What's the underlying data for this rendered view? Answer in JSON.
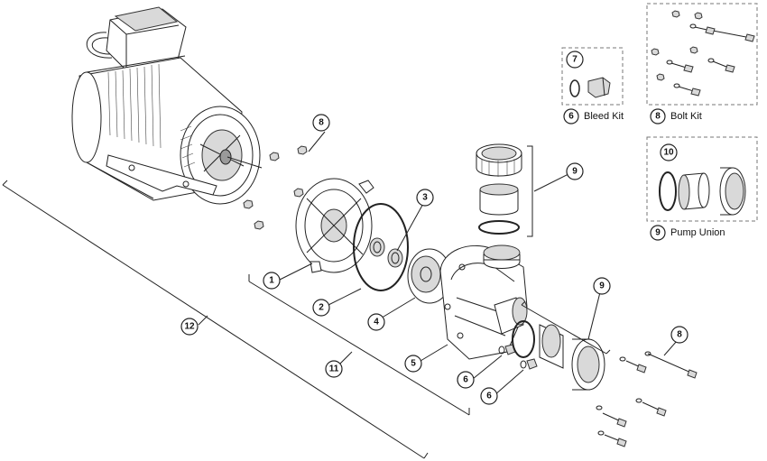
{
  "callouts": {
    "c1": "1",
    "c2": "2",
    "c3": "3",
    "c4": "4",
    "c5": "5",
    "c6a": "6",
    "c6b": "6",
    "c7": "7",
    "c8a": "8",
    "c8b": "8",
    "c9a": "9",
    "c9b": "9",
    "c10": "10",
    "c11": "11",
    "c12": "12"
  },
  "kits": {
    "bleed_kit": {
      "number": "6",
      "label": "Bleed Kit"
    },
    "bolt_kit": {
      "number": "8",
      "label": "Bolt Kit"
    },
    "pump_union": {
      "number": "9",
      "label": "Pump Union"
    }
  }
}
